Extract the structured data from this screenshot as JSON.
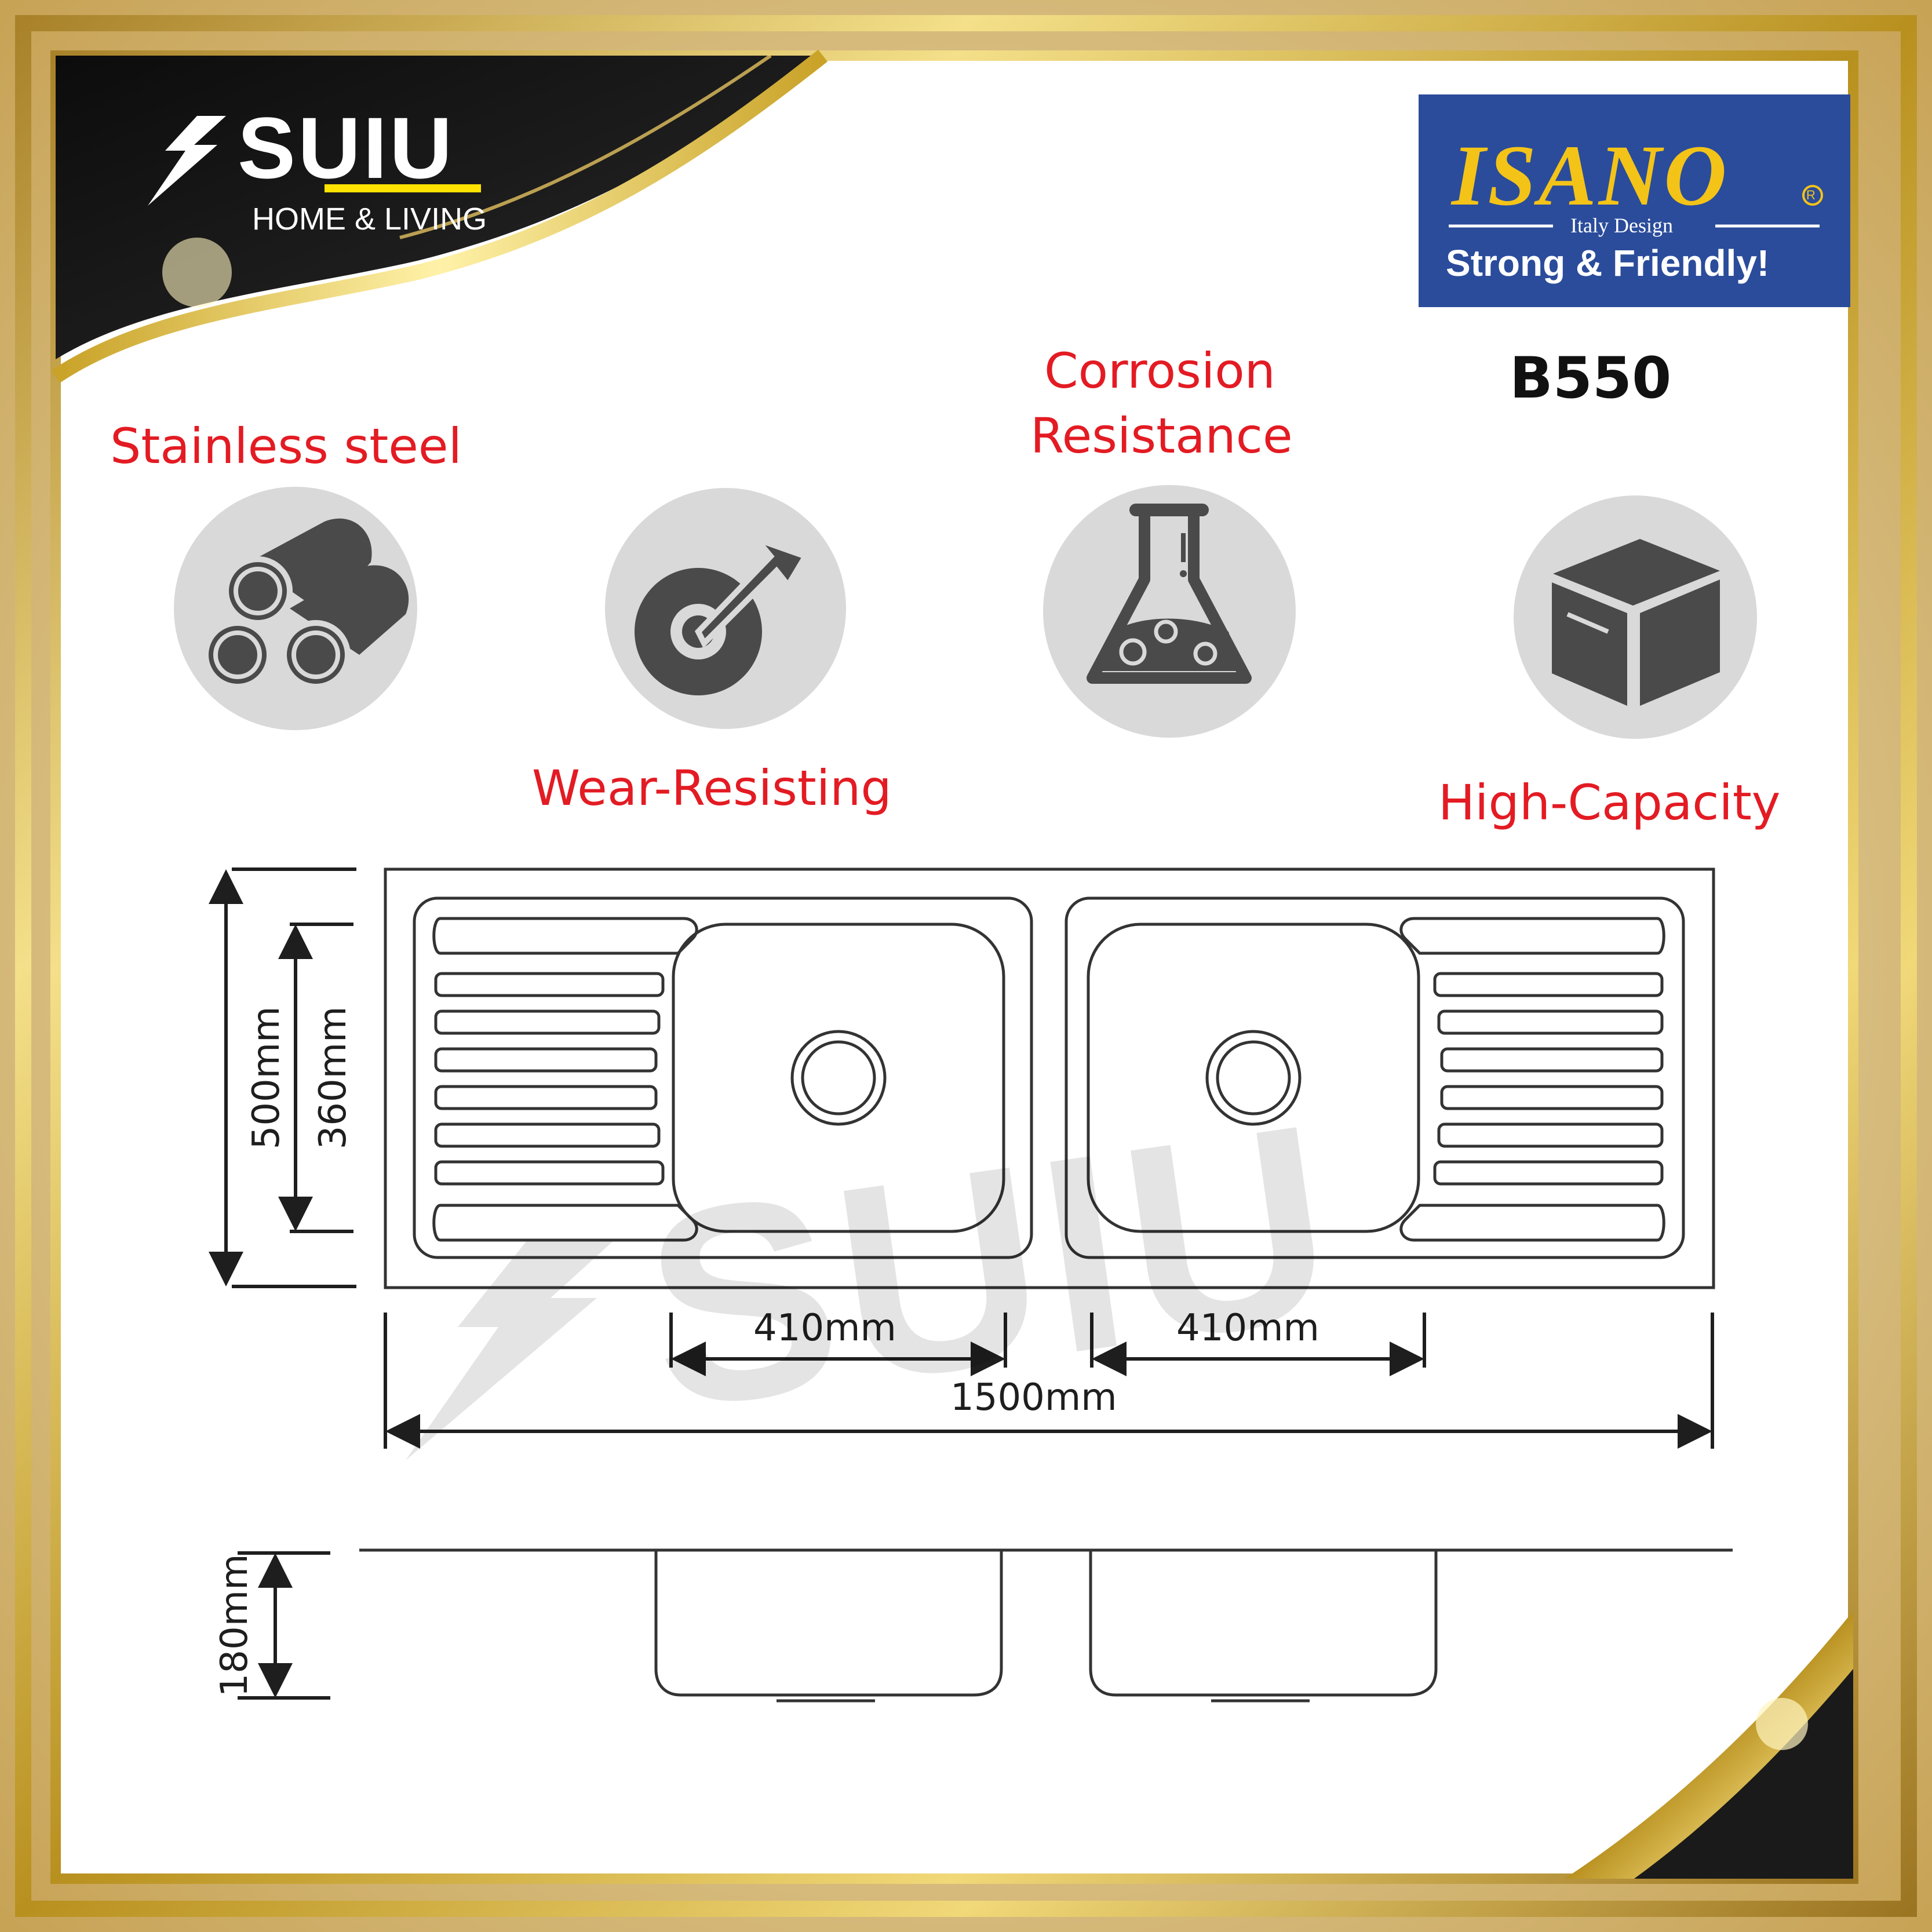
{
  "brand": {
    "store_name": "SUIU",
    "store_tagline": "HOME & LIVING",
    "maker_name": "ISANO",
    "maker_registered": "R",
    "maker_subtitle": "Italy Design",
    "maker_slogan": "Strong & Friendly!"
  },
  "model": "B550",
  "features": [
    {
      "label": "Stainless steel",
      "icon": "pipes-icon"
    },
    {
      "label": "Wear-Resisting",
      "icon": "wear-icon"
    },
    {
      "label": "Corrosion",
      "label2": "Resistance",
      "icon": "flask-icon"
    },
    {
      "label": "High-Capacity",
      "icon": "box-icon"
    }
  ],
  "dimensions": {
    "total_depth": "500mm",
    "bowl_depth": "360mm",
    "bowl_width_left": "410mm",
    "bowl_width_right": "410mm",
    "total_width": "1500mm",
    "bowl_height": "180mm"
  },
  "colors": {
    "gold": "#c9a227",
    "feature_text": "#e31b23",
    "isano_bg": "#2b4c9b",
    "isano_gold": "#f3c318",
    "icon_circle": "#d9d9d9",
    "icon_fill": "#4a4a4a"
  }
}
